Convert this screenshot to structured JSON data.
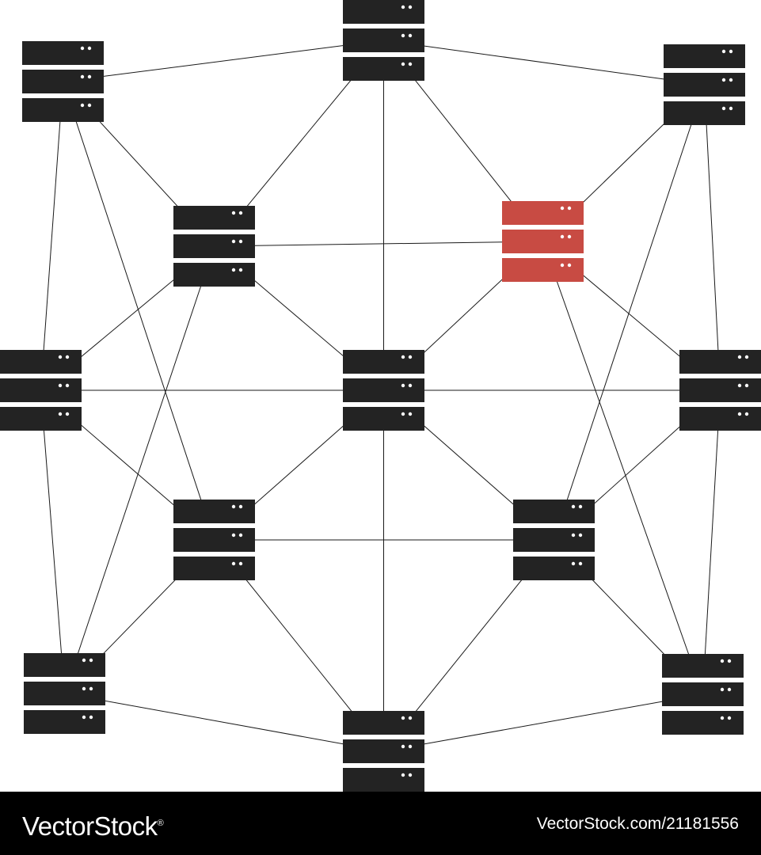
{
  "diagram": {
    "type": "network-topology",
    "colors": {
      "background": "#ffffff",
      "server": "#232323",
      "server_highlight": "#c84b43",
      "led": "#ffffff",
      "connection_line": "#1a1a1a"
    },
    "nodes": [
      {
        "id": "n1",
        "icon": "server-icon",
        "highlighted": false
      },
      {
        "id": "n2",
        "icon": "server-icon",
        "highlighted": false
      },
      {
        "id": "n3",
        "icon": "server-icon",
        "highlighted": false
      },
      {
        "id": "n4",
        "icon": "server-icon",
        "highlighted": false
      },
      {
        "id": "n5",
        "icon": "server-icon",
        "highlighted": true
      },
      {
        "id": "n6",
        "icon": "server-icon",
        "highlighted": false
      },
      {
        "id": "n7",
        "icon": "server-icon",
        "highlighted": false
      },
      {
        "id": "n8",
        "icon": "server-icon",
        "highlighted": false
      },
      {
        "id": "n9",
        "icon": "server-icon",
        "highlighted": false
      },
      {
        "id": "n10",
        "icon": "server-icon",
        "highlighted": false
      },
      {
        "id": "n11",
        "icon": "server-icon",
        "highlighted": false
      },
      {
        "id": "n12",
        "icon": "server-icon",
        "highlighted": false
      },
      {
        "id": "n13",
        "icon": "server-icon",
        "highlighted": false
      }
    ],
    "edges": [
      [
        "n1",
        "n2"
      ],
      [
        "n2",
        "n3"
      ],
      [
        "n1",
        "n4"
      ],
      [
        "n1",
        "n6"
      ],
      [
        "n1",
        "n9"
      ],
      [
        "n2",
        "n4"
      ],
      [
        "n2",
        "n7"
      ],
      [
        "n2",
        "n5"
      ],
      [
        "n3",
        "n5"
      ],
      [
        "n3",
        "n8"
      ],
      [
        "n3",
        "n10"
      ],
      [
        "n4",
        "n5"
      ],
      [
        "n4",
        "n6"
      ],
      [
        "n4",
        "n7"
      ],
      [
        "n4",
        "n11"
      ],
      [
        "n5",
        "n7"
      ],
      [
        "n5",
        "n8"
      ],
      [
        "n5",
        "n12"
      ],
      [
        "n6",
        "n7"
      ],
      [
        "n6",
        "n9"
      ],
      [
        "n6",
        "n11"
      ],
      [
        "n7",
        "n8"
      ],
      [
        "n7",
        "n9"
      ],
      [
        "n7",
        "n10"
      ],
      [
        "n7",
        "n13"
      ],
      [
        "n8",
        "n10"
      ],
      [
        "n8",
        "n12"
      ],
      [
        "n9",
        "n10"
      ],
      [
        "n9",
        "n11"
      ],
      [
        "n9",
        "n13"
      ],
      [
        "n10",
        "n12"
      ],
      [
        "n10",
        "n13"
      ],
      [
        "n11",
        "n13"
      ],
      [
        "n12",
        "n13"
      ]
    ]
  },
  "watermark": {
    "brand": "VectorStock",
    "registered_mark": "®",
    "stock_id": "VectorStock.com/21181556"
  }
}
